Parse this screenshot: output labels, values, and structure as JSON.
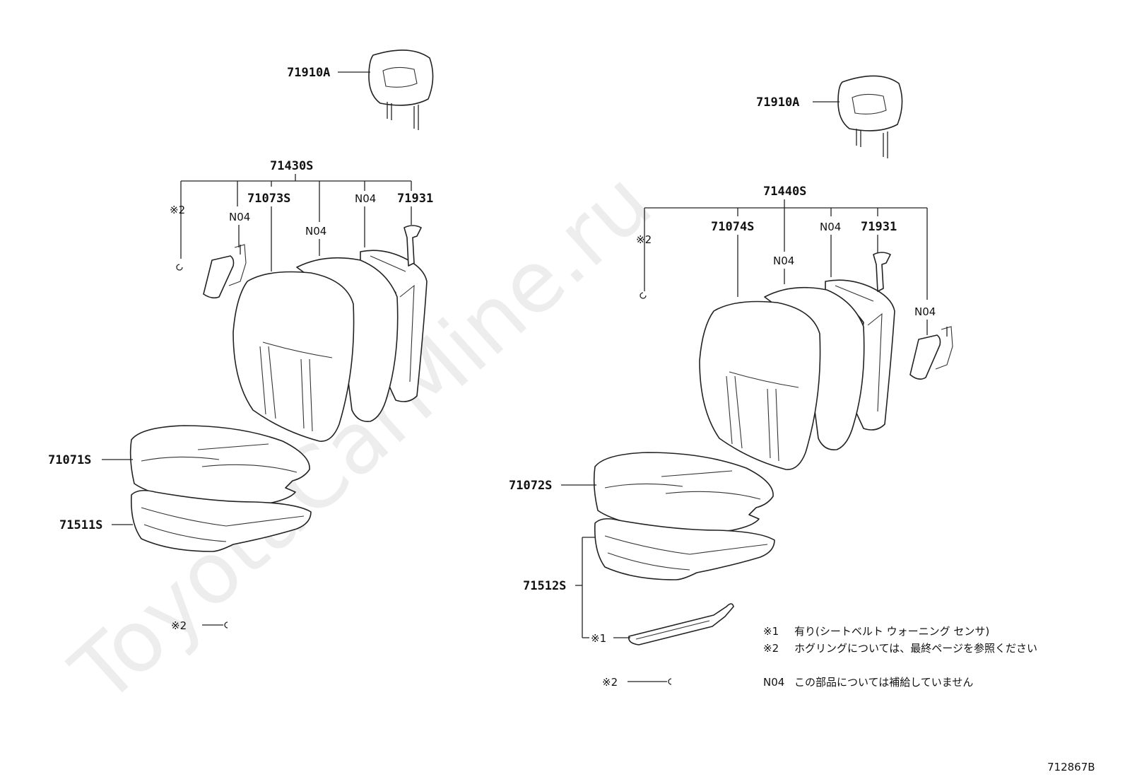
{
  "watermark": "ToyotaCarMine.ru",
  "diagram_id": "712867B",
  "left_assembly": {
    "headrest": "71910A",
    "back_assy": "71430S",
    "back_cover": "71073S",
    "back_pad_n04": "N04",
    "frame_n04": "N04",
    "airbag_n04": "N04",
    "guide": "71931",
    "hog_ring_ref": "※2",
    "cushion_cover": "71071S",
    "cushion_pad": "71511S",
    "bottom_hog_ring_ref": "※2"
  },
  "right_assembly": {
    "headrest": "71910A",
    "back_assy": "71440S",
    "back_cover": "71074S",
    "back_pad_n04": "N04",
    "frame_n04": "N04",
    "airbag_n04": "N04",
    "guide": "71931",
    "hog_ring_ref": "※2",
    "cushion_cover": "71072S",
    "cushion_pad": "71512S",
    "sensor_ref": "※1",
    "bottom_hog_ring_ref": "※2"
  },
  "legend": [
    {
      "key": "※1",
      "text": "有り(シートベルト ウォーニング センサ)"
    },
    {
      "key": "※2",
      "text": "ホグリングについては、最終ページを参照ください"
    },
    {
      "key": "N04",
      "text": "この部品については補給していません"
    }
  ]
}
